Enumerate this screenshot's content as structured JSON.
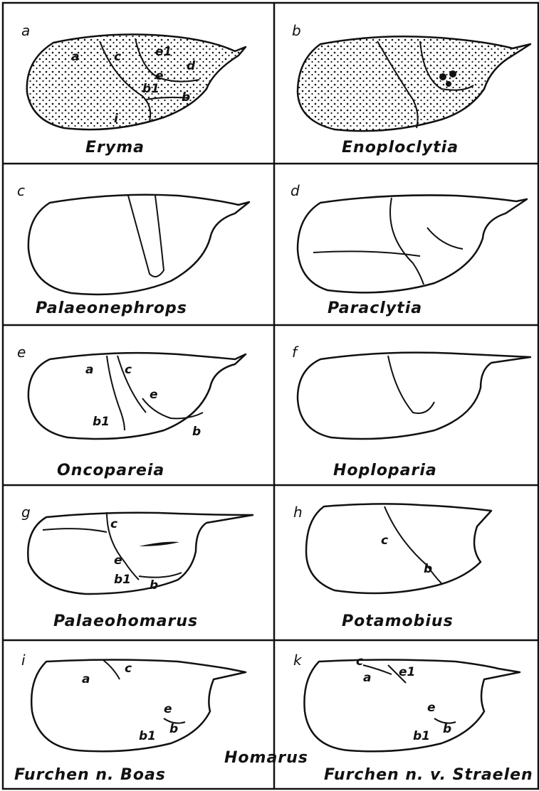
{
  "panels": [
    {
      "letter": "a",
      "taxon": "Eryma"
    },
    {
      "letter": "b",
      "taxon": "Enoploclytia"
    },
    {
      "letter": "c",
      "taxon": "Palaeonephrops"
    },
    {
      "letter": "d",
      "taxon": "Paraclytia"
    },
    {
      "letter": "e",
      "taxon": "Oncopareia"
    },
    {
      "letter": "f",
      "taxon": "Hoploparia"
    },
    {
      "letter": "g",
      "taxon": "Palaeohomarus"
    },
    {
      "letter": "h",
      "taxon": "Potamobius"
    },
    {
      "letter": "i",
      "taxon": "Furchen n. Boas"
    },
    {
      "letter": "k",
      "taxon": "Furchen n. v. Straelen"
    }
  ],
  "shared_caption": "Homarus",
  "groove_labels": {
    "a": [
      "a",
      "c",
      "e1",
      "d",
      "e",
      "b1",
      "b",
      "i"
    ],
    "e": [
      "a",
      "c",
      "b1",
      "e",
      "b"
    ],
    "g": [
      "c",
      "e",
      "b1",
      "b"
    ],
    "h": [
      "c",
      "b"
    ],
    "i": [
      "a",
      "c",
      "e",
      "b1",
      "b"
    ],
    "k": [
      "c",
      "a",
      "e1",
      "e",
      "b1",
      "b"
    ]
  }
}
